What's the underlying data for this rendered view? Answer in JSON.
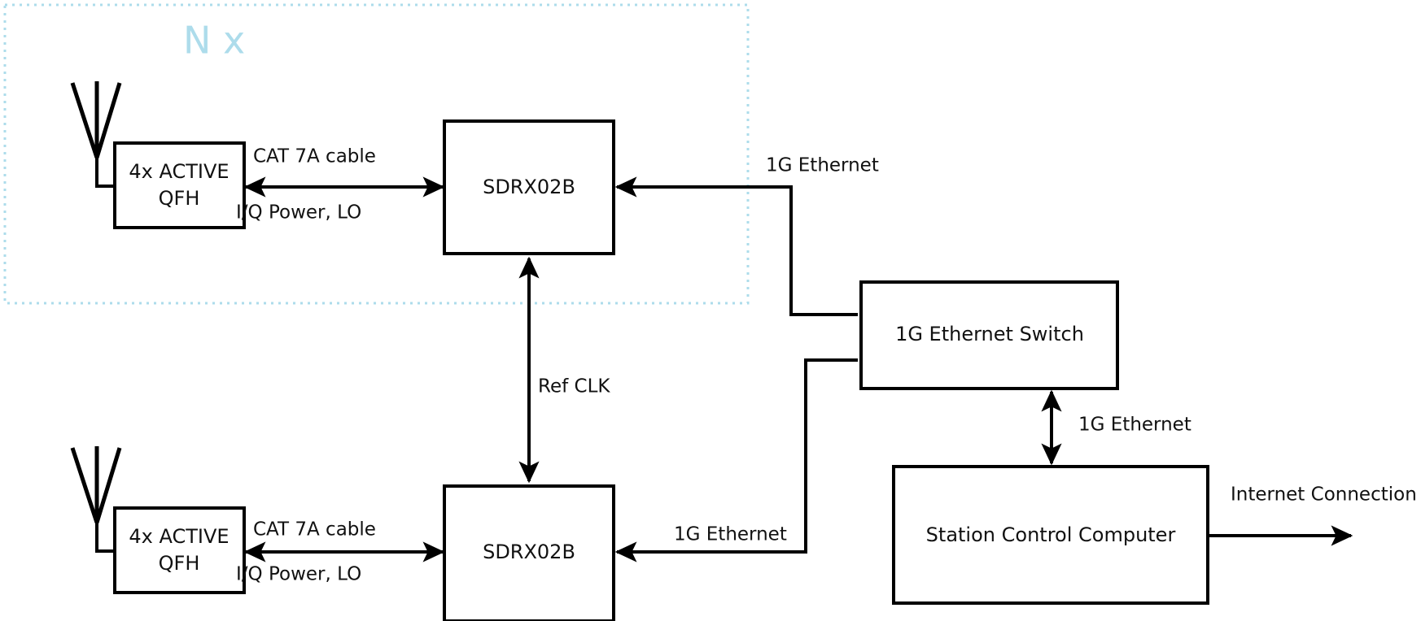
{
  "diagram": {
    "title": "SDR Ground Station Block Diagram",
    "colors": {
      "line": "#000000",
      "group_accent": "#addceb",
      "background": "#ffffff"
    },
    "group": {
      "label": "N x",
      "name": "replicated-receive-chain-group"
    },
    "blocks": [
      {
        "id": "qfh_top",
        "label_line1": "4x ACTIVE",
        "label_line2": "QFH"
      },
      {
        "id": "sdr_top",
        "label": "SDRX02B"
      },
      {
        "id": "qfh_bottom",
        "label_line1": "4x ACTIVE",
        "label_line2": "QFH"
      },
      {
        "id": "sdr_bottom",
        "label": "SDRX02B"
      },
      {
        "id": "switch",
        "label": "1G Ethernet Switch"
      },
      {
        "id": "computer",
        "label": "Station Control Computer"
      }
    ],
    "edges": [
      {
        "id": "cat7a_top",
        "label": "CAT 7A cable"
      },
      {
        "id": "iq_power_lo_top",
        "label": "I/Q Power, LO"
      },
      {
        "id": "cat7a_bottom",
        "label": "CAT 7A cable"
      },
      {
        "id": "iq_power_lo_bot",
        "label": "I/Q Power, LO"
      },
      {
        "id": "eth_sdr_top",
        "label": "1G Ethernet"
      },
      {
        "id": "eth_sdr_bottom",
        "label": "1G Ethernet"
      },
      {
        "id": "eth_switch_pc",
        "label": "1G Ethernet"
      },
      {
        "id": "ref_clk",
        "label": "Ref CLK"
      },
      {
        "id": "internet",
        "label": "Internet Connection"
      }
    ],
    "icons": {
      "antenna_top": "antenna-icon",
      "antenna_bottom": "antenna-icon"
    }
  }
}
